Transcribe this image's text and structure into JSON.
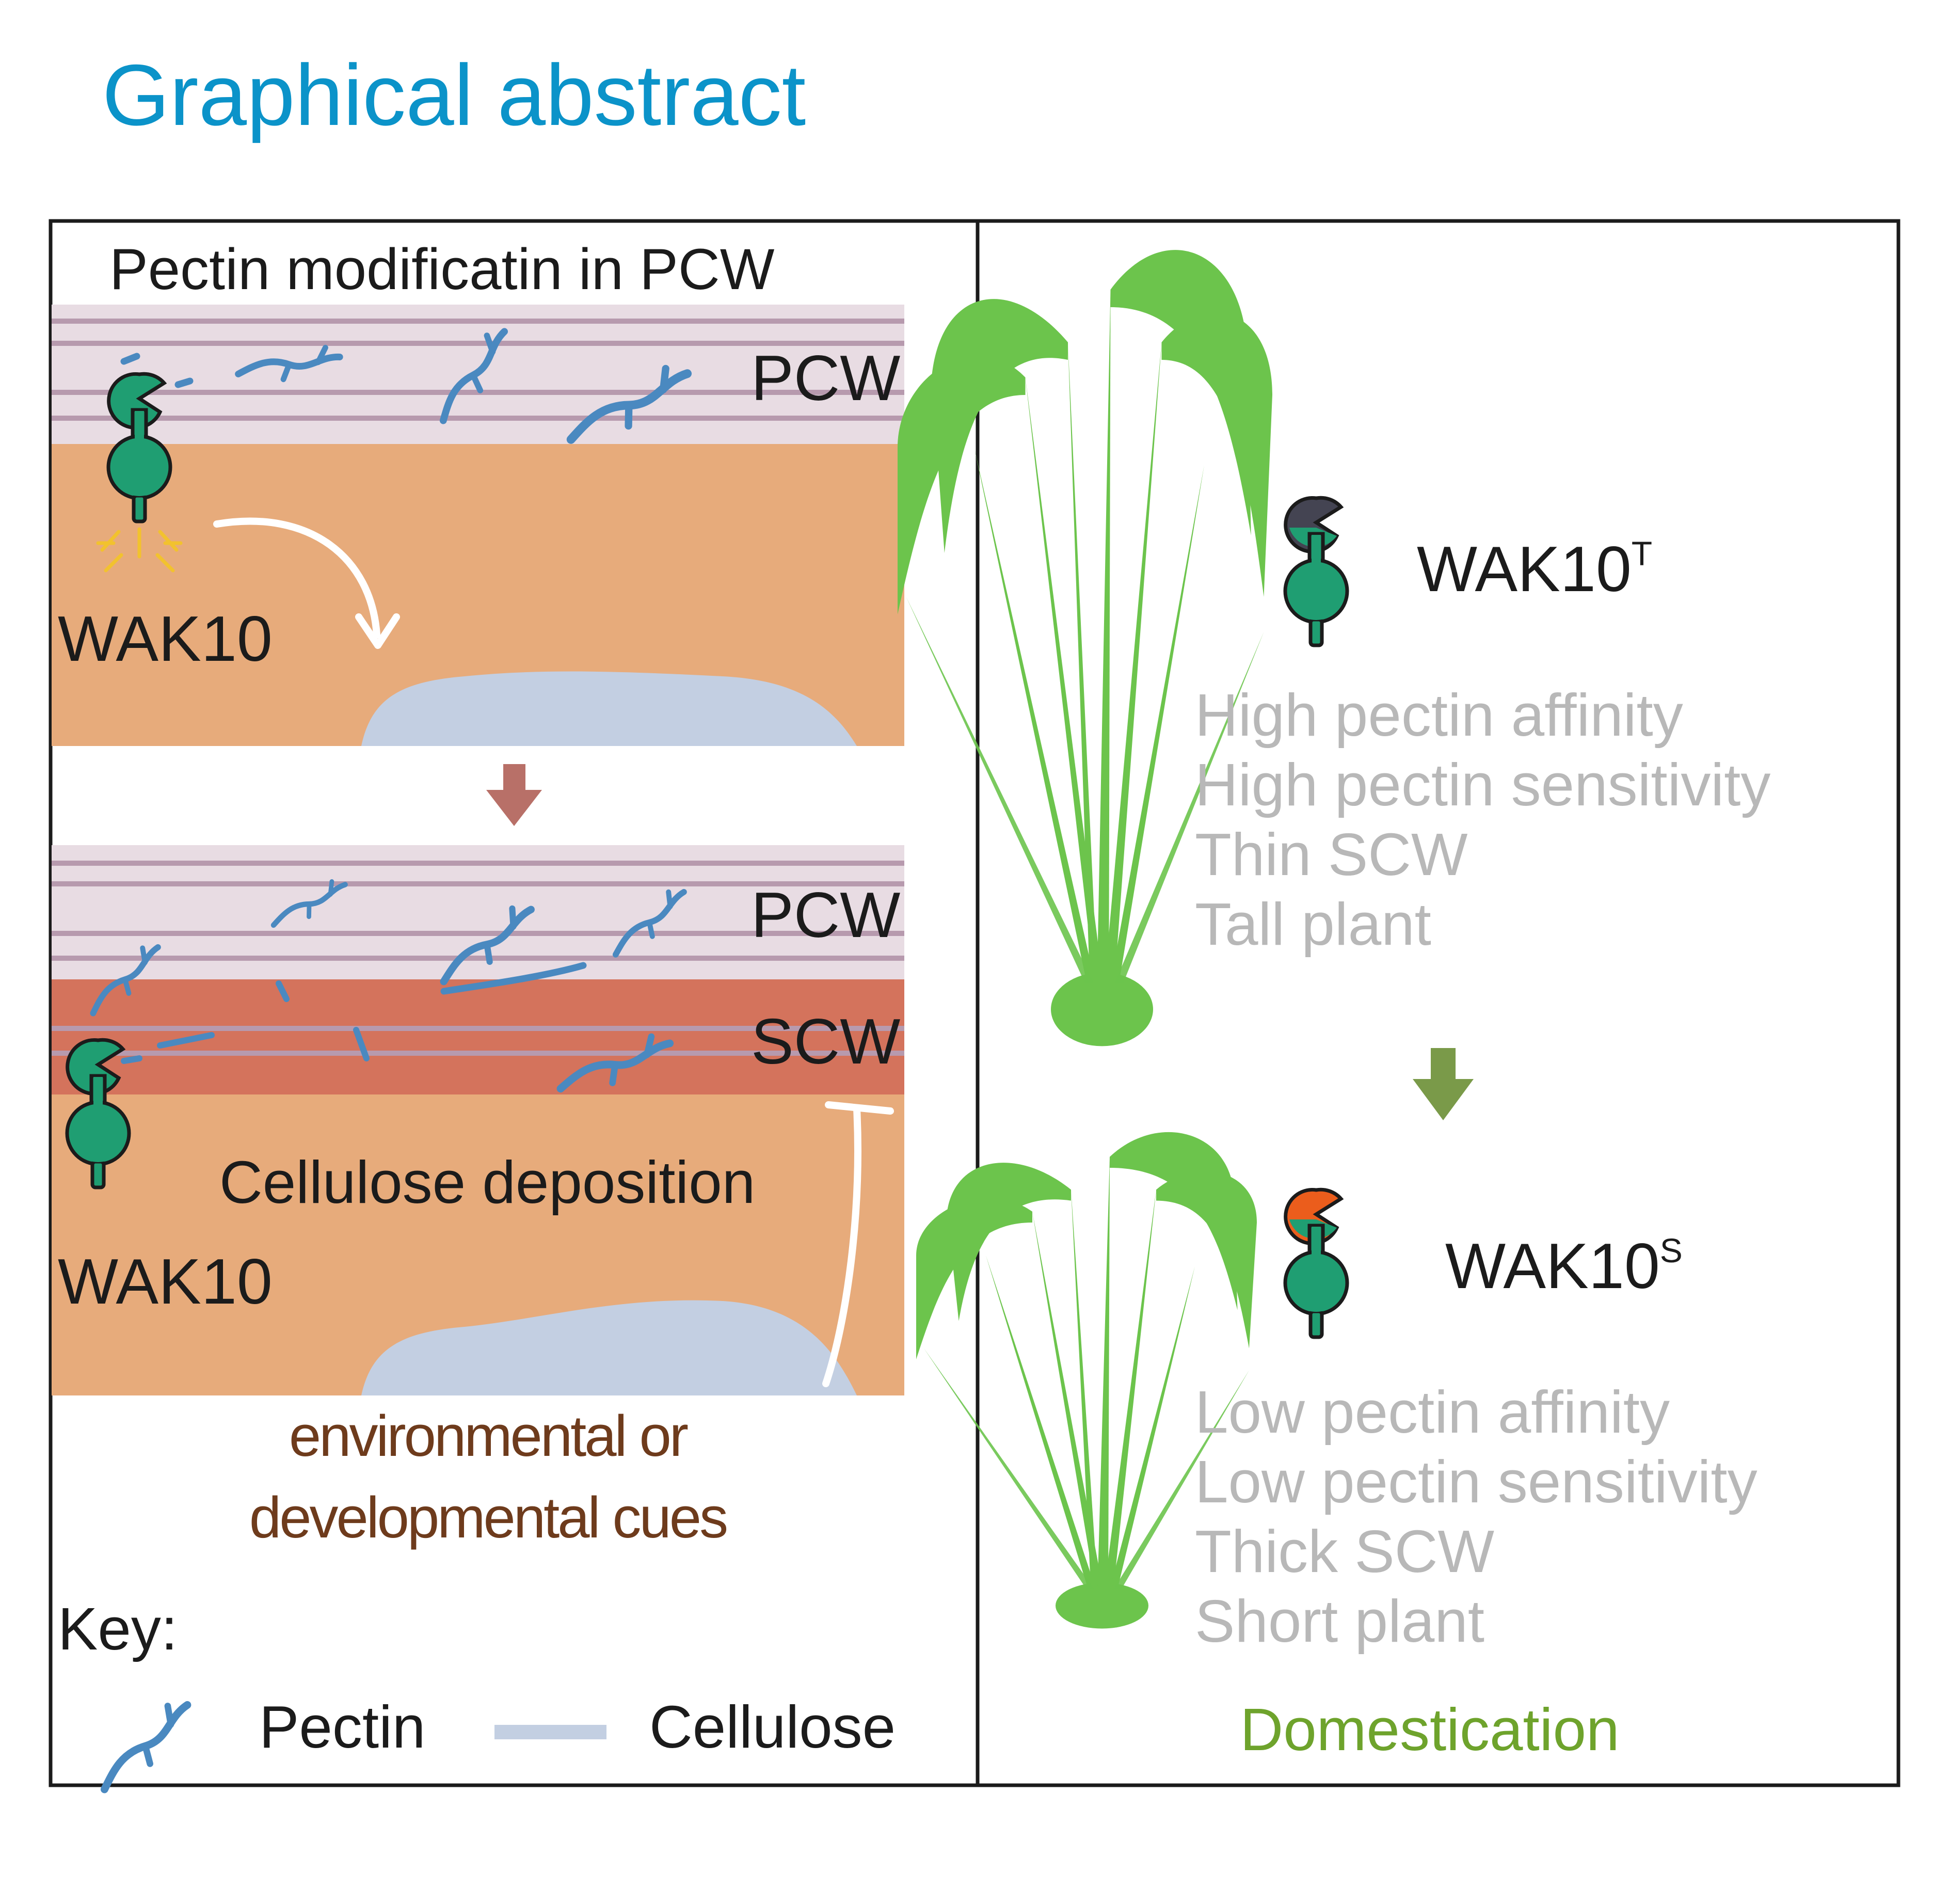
{
  "header": {
    "title": "Graphical abstract"
  },
  "left_panel": {
    "top": {
      "title": "Pectin modificatin in PCW",
      "pcw_label": "PCW",
      "receptor_label": "WAK10"
    },
    "bottom": {
      "pcw_label": "PCW",
      "scw_label": "SCW",
      "receptor_label": "WAK10",
      "process_label": "Cellulose deposition",
      "cue_line1": "environmental or",
      "cue_line2": "developmental cues"
    },
    "key": {
      "title": "Key:",
      "pectin_label": "Pectin",
      "cellulose_label": "Cellulose"
    }
  },
  "right_panel": {
    "tall_variant": {
      "name": "WAK10",
      "superscript": "T",
      "traits": [
        "High pectin affinity",
        "High pectin sensitivity",
        "Thin SCW",
        "Tall plant"
      ]
    },
    "short_variant": {
      "name": "WAK10",
      "superscript": "S",
      "traits": [
        "Low pectin affinity",
        "Low pectin sensitivity",
        "Thick SCW",
        "Short plant"
      ]
    },
    "footer_label": "Domestication"
  },
  "colors": {
    "title_blue": "#0b93c9",
    "pcw_band": "#e8dce3",
    "pcw_line": "#b79aae",
    "cytoplasm": "#e7ab7b",
    "scw_band": "#d4735c",
    "cellulose": "#c3cfe2",
    "pectin": "#4a89c0",
    "receptor_green": "#1f9e72",
    "receptor_dark": "#444452",
    "receptor_orange": "#eb5d1c",
    "down_arrow": "#b87068",
    "domestication_arrow": "#7a9a49",
    "plant_green": "#6cc44c",
    "trait_gray": "#b8b8b8",
    "cue_brown": "#6e3b1c",
    "domestication_green": "#6ea32c"
  }
}
